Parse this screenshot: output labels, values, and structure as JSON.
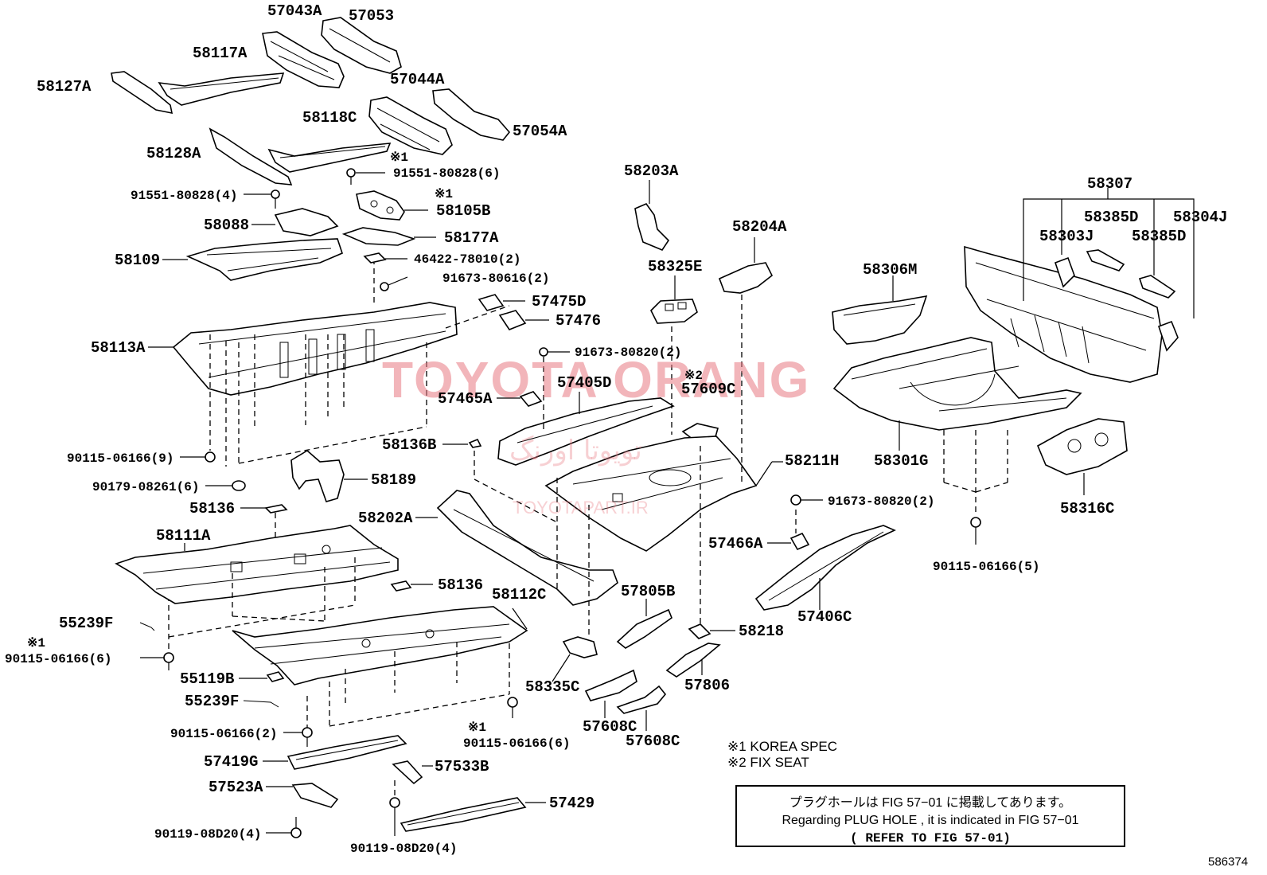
{
  "watermark": {
    "main": "TOYOTA ORANG",
    "site": "TOYOTAPART.IR",
    "arabic": "تویوتا اورنگ"
  },
  "figure_number": "586374",
  "notes": {
    "korea_spec": "※1 KOREA SPEC",
    "fix_seat": "※2 FIX SEAT"
  },
  "notice_box": {
    "jp": "プラグホールは FIG 57−01 に掲載してあります。",
    "en": "Regarding  PLUG  HOLE , it is indicated in FIG  57−01",
    "ref": "( REFER  TO FIG 57-01)"
  },
  "marks": {
    "m1": "※1",
    "m2": "※2"
  },
  "parts": [
    {
      "id": "p57043A",
      "label": "57043A"
    },
    {
      "id": "p57053",
      "label": "57053"
    },
    {
      "id": "p58117A",
      "label": "58117A"
    },
    {
      "id": "p58127A",
      "label": "58127A"
    },
    {
      "id": "p57044A",
      "label": "57044A"
    },
    {
      "id": "p58118C",
      "label": "58118C"
    },
    {
      "id": "p57054A",
      "label": "57054A"
    },
    {
      "id": "p58128A",
      "label": "58128A"
    },
    {
      "id": "p91551_6",
      "label": "91551-80828(6)"
    },
    {
      "id": "p91551_4",
      "label": "91551-80828(4)"
    },
    {
      "id": "p58105B",
      "label": "58105B"
    },
    {
      "id": "p58088",
      "label": "58088"
    },
    {
      "id": "p58177A",
      "label": "58177A"
    },
    {
      "id": "p58109",
      "label": "58109"
    },
    {
      "id": "p46422",
      "label": "46422-78010(2)"
    },
    {
      "id": "p91673_616",
      "label": "91673-80616(2)"
    },
    {
      "id": "p57475D",
      "label": "57475D"
    },
    {
      "id": "p57476",
      "label": "57476"
    },
    {
      "id": "p58113A",
      "label": "58113A"
    },
    {
      "id": "p91673_820a",
      "label": "91673-80820(2)"
    },
    {
      "id": "p57405D",
      "label": "57405D"
    },
    {
      "id": "p57465A",
      "label": "57465A"
    },
    {
      "id": "p57609C",
      "label": "57609C"
    },
    {
      "id": "p58136B",
      "label": "58136B"
    },
    {
      "id": "p58211H",
      "label": "58211H"
    },
    {
      "id": "p90115_9",
      "label": "90115-06166(9)"
    },
    {
      "id": "p90179",
      "label": "90179-08261(6)"
    },
    {
      "id": "p58189",
      "label": "58189"
    },
    {
      "id": "p58136a",
      "label": "58136"
    },
    {
      "id": "p58202A",
      "label": "58202A"
    },
    {
      "id": "p58111A",
      "label": "58111A"
    },
    {
      "id": "p58136b",
      "label": "58136"
    },
    {
      "id": "p58112C",
      "label": "58112C"
    },
    {
      "id": "p55239Fa",
      "label": "55239F"
    },
    {
      "id": "p90115_6a",
      "label": "90115-06166(6)"
    },
    {
      "id": "p55119B",
      "label": "55119B"
    },
    {
      "id": "p55239Fb",
      "label": "55239F"
    },
    {
      "id": "p90115_2",
      "label": "90115-06166(2)"
    },
    {
      "id": "p90115_6b",
      "label": "90115-06166(6)"
    },
    {
      "id": "p57419G",
      "label": "57419G"
    },
    {
      "id": "p57533B",
      "label": "57533B"
    },
    {
      "id": "p57523A",
      "label": "57523A"
    },
    {
      "id": "p57429",
      "label": "57429"
    },
    {
      "id": "p90119a",
      "label": "90119-08D20(4)"
    },
    {
      "id": "p90119b",
      "label": "90119-08D20(4)"
    },
    {
      "id": "p58203A",
      "label": "58203A"
    },
    {
      "id": "p58204A",
      "label": "58204A"
    },
    {
      "id": "p58325E",
      "label": "58325E"
    },
    {
      "id": "p57805B",
      "label": "57805B"
    },
    {
      "id": "p58218",
      "label": "58218"
    },
    {
      "id": "p58335C",
      "label": "58335C"
    },
    {
      "id": "p57806",
      "label": "57806"
    },
    {
      "id": "p57608Ca",
      "label": "57608C"
    },
    {
      "id": "p57608Cb",
      "label": "57608C"
    },
    {
      "id": "p57466A",
      "label": "57466A"
    },
    {
      "id": "p57406C",
      "label": "57406C"
    },
    {
      "id": "p91673_820b",
      "label": "91673-80820(2)"
    },
    {
      "id": "p90115_5",
      "label": "90115-06166(5)"
    },
    {
      "id": "p58307",
      "label": "58307"
    },
    {
      "id": "p58385Da",
      "label": "58385D"
    },
    {
      "id": "p58304J",
      "label": "58304J"
    },
    {
      "id": "p58303J",
      "label": "58303J"
    },
    {
      "id": "p58385Db",
      "label": "58385D"
    },
    {
      "id": "p58306M",
      "label": "58306M"
    },
    {
      "id": "p58301G",
      "label": "58301G"
    },
    {
      "id": "p58316C",
      "label": "58316C"
    }
  ]
}
